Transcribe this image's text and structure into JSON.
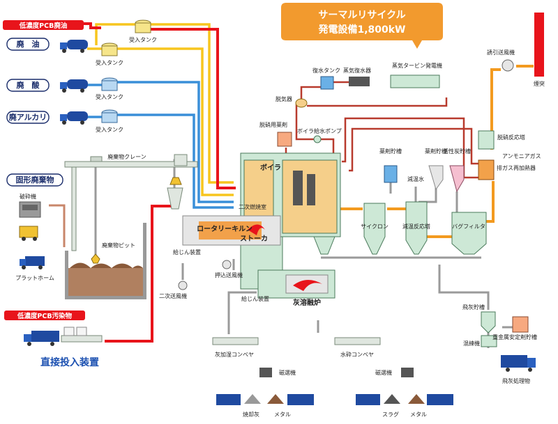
{
  "callout": {
    "line1": "サーマルリサイクル",
    "line2": "発電設備1,800kW"
  },
  "pcb_waste": {
    "header": "低濃度PCB廃油",
    "oil": "廃　油",
    "acid": "廃　酸",
    "alkali": "廃アルカリ",
    "receiving_tank": "受入タンク"
  },
  "solid_waste": {
    "header": "固形廃棄物",
    "crusher": "破砕機",
    "platform": "プラットホーム",
    "pit": "廃棄物ピット",
    "crane": "廃棄物クレーン"
  },
  "contaminated": {
    "header": "低濃度PCB汚染物",
    "direct": "直接投入装置"
  },
  "furnace": {
    "boiler": "ボイラ",
    "secondary": "二次燃焼室",
    "kiln": "ロータリーキルン",
    "stoker": "ストーカ",
    "melting": "灰溶融炉",
    "feeder": "給じん装置",
    "feeder2": "給じん装置",
    "push_blower": "押込送風機",
    "secondary_blower": "二次送風機"
  },
  "water": {
    "recovery_tank": "復水タンク",
    "condenser": "蒸気復水器",
    "turbine": "蒸気タービン発電機",
    "deaerator": "脱気器",
    "denitration_agent": "脱硝用薬剤",
    "feed_pump": "ボイラ給水ポンプ"
  },
  "gas": {
    "cyclone": "サイクロン",
    "cooling_reactor": "減温反応塔",
    "cooling_water": "減温水",
    "bag_filter": "バグフィルタ",
    "chem_tank": "薬剤貯槽",
    "chem_tank2": "薬剤貯槽",
    "carbon": "活性炭貯槽",
    "denox_tower": "脱硝反応塔",
    "ammonia": "アンモニアガス",
    "reheater": "排ガス再加熱器",
    "fan": "誘引送風機",
    "stack": "煙突"
  },
  "ash": {
    "fly_ash_tank": "飛灰貯槽",
    "mixer": "混練機",
    "stabilizer": "重金属安定剤貯槽",
    "fly_ash_treated": "飛灰処理物",
    "wet_conveyor": "灰加湿コンベヤ",
    "water_conveyor": "水砕コンベヤ",
    "magnet1": "磁選機",
    "magnet2": "磁選機",
    "ash_out": "焼却灰",
    "metal1": "メタル",
    "slag": "スラグ",
    "metal2": "メタル"
  },
  "colors": {
    "red": "#e8141b",
    "yellow": "#f7c51e",
    "blue": "#3a8fd8",
    "orange": "#f39a1f",
    "green": "#cde8d6",
    "callout": "#f29a2e"
  }
}
